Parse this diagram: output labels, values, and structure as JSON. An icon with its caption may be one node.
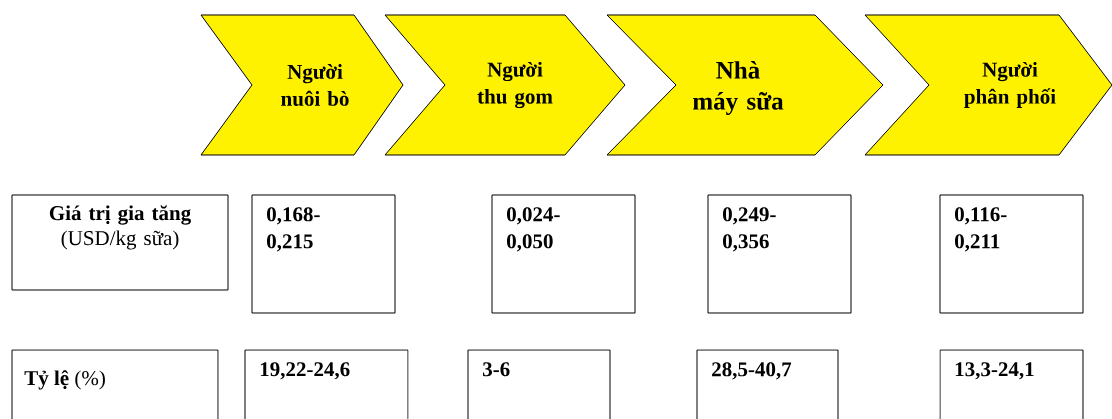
{
  "diagram": {
    "nodes": [
      {
        "text": [
          "Người nuôi bò"
        ]
      },
      {
        "text": [
          "Người thu gom"
        ]
      },
      {
        "text": [
          "Nhà máy sữa"
        ]
      },
      {
        "text": [
          "Người phân phối"
        ]
      },
      {
        "text": [
          "Giá trị gia tăng",
          "(USD/kg sữa)"
        ]
      },
      {
        "text": [
          "0,168-0,215"
        ]
      },
      {
        "text": [
          "0,024-0,050"
        ]
      },
      {
        "text": [
          "0,249-0,356"
        ]
      },
      {
        "text": [
          "0,116-0,211"
        ]
      },
      {
        "text": [
          "**Tỷ lệ**  (%)"
        ]
      },
      {
        "text": [
          "19,22-24,6"
        ]
      },
      {
        "text": [
          "3-6"
        ]
      },
      {
        "text": [
          "28,5-40,7"
        ]
      },
      {
        "text": [
          "13,3-24,1"
        ]
      }
    ]
  }
}
